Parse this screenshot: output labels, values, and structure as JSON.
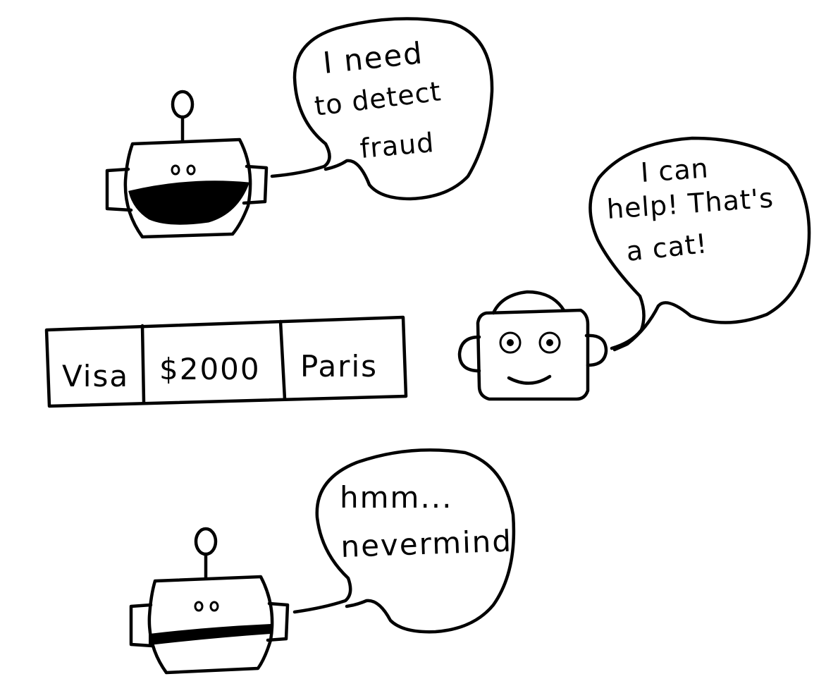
{
  "robot_top": {
    "speech": {
      "line1": "I need",
      "line2": "to detect",
      "line3": "fraud"
    }
  },
  "robot_right": {
    "speech": {
      "line1": "I can",
      "line2": "help! That's",
      "line3": "a  cat!"
    }
  },
  "robot_bottom": {
    "speech": {
      "line1": "hmm...",
      "line2": "nevermind"
    }
  },
  "transaction_record": {
    "cells": [
      "Visa",
      "$2000",
      "Paris"
    ]
  },
  "colors": {
    "ink": "#000000",
    "paper": "#ffffff"
  }
}
